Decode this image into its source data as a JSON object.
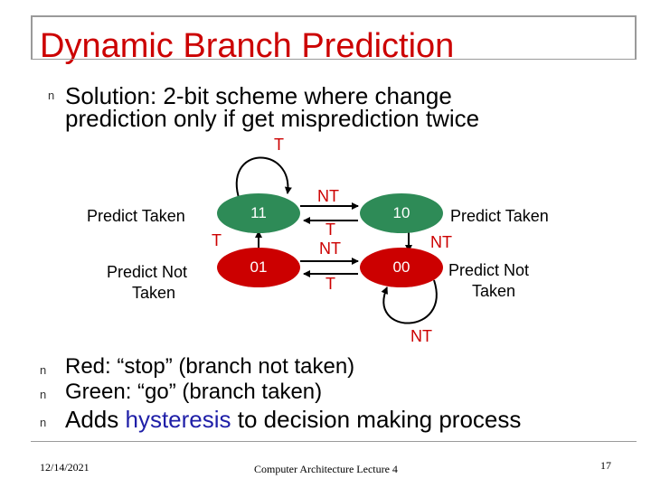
{
  "slide": {
    "title": "Dynamic Branch Prediction",
    "intro": {
      "line1": "Solution: 2-bit scheme where change",
      "line2": "prediction only if get misprediction twice"
    },
    "bullets": [
      {
        "text": "Red: “stop” (branch not taken)"
      },
      {
        "text": "Green: “go” (branch taken)"
      },
      {
        "pre": "Adds ",
        "highlight": "hysteresis",
        "post": " to decision making process"
      }
    ],
    "bullet_glyph": "n",
    "colors": {
      "title": "#cc0000",
      "taken_state": "#2e8b57",
      "not_taken_state": "#cc0000",
      "highlight": "#1f1fa8"
    }
  },
  "diagram": {
    "states": [
      {
        "id": "s11",
        "label": "11",
        "color": "green"
      },
      {
        "id": "s10",
        "label": "10",
        "color": "green"
      },
      {
        "id": "s01",
        "label": "01",
        "color": "red"
      },
      {
        "id": "s00",
        "label": "00",
        "color": "red"
      }
    ],
    "side_labels": {
      "left_top": "Predict Taken",
      "left_bottom_1": "Predict Not",
      "left_bottom_2": "Taken",
      "right_top": "Predict Taken",
      "right_bottom_1": "Predict Not",
      "right_bottom_2": "Taken"
    },
    "edges": {
      "self_loop_11": "T",
      "s11_to_s10": "NT",
      "s10_to_s11": "T",
      "s01_to_s11": "T",
      "s10_to_s00": "NT",
      "s01_to_s00": "NT",
      "s00_to_s01": "T",
      "self_loop_00": "NT"
    }
  },
  "footer": {
    "date": "12/14/2021",
    "course": "Computer Architecture Lecture 4",
    "page": "17"
  }
}
